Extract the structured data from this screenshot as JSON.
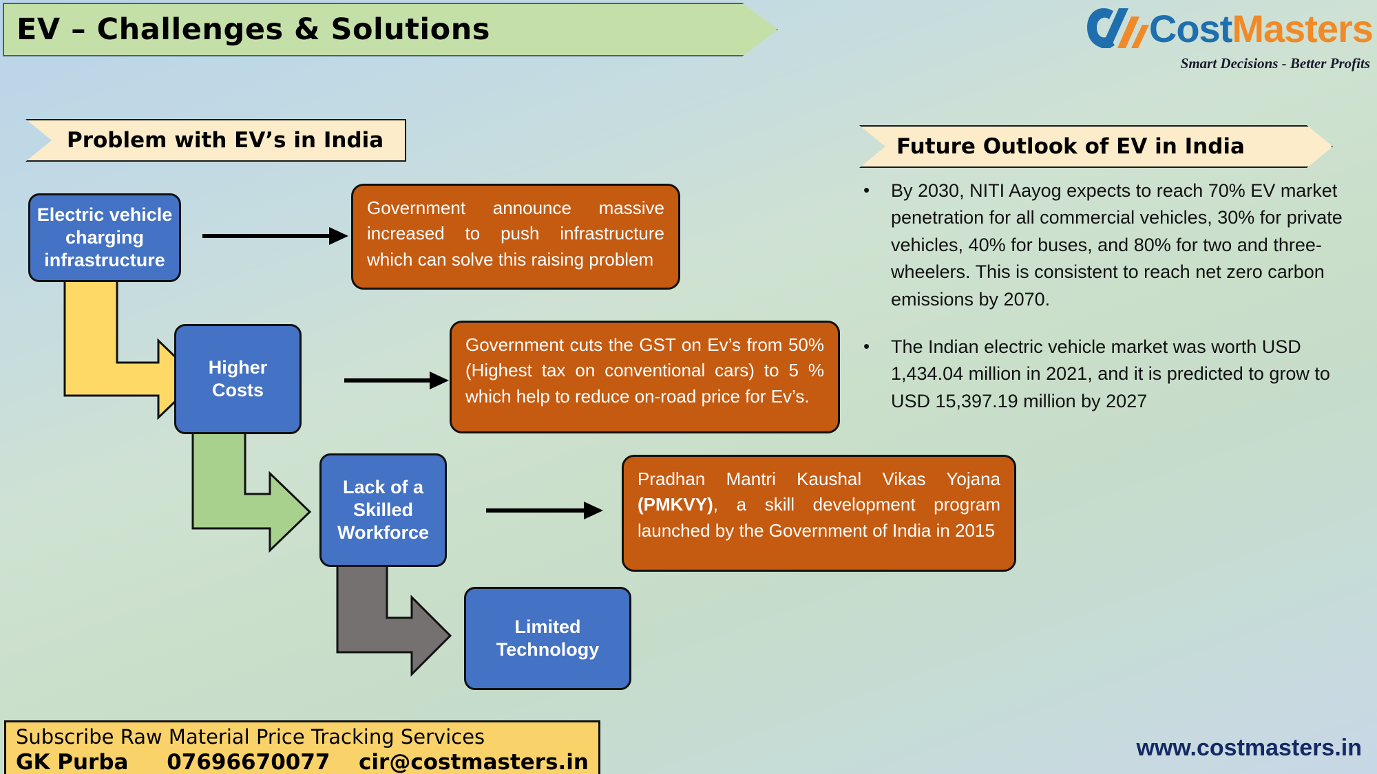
{
  "header": {
    "title": "EV – Challenges & Solutions",
    "logo": {
      "mark_icon": "costmasters-c-slash-icon",
      "word_primary": "Cost",
      "word_secondary": "Masters",
      "tagline": "Smart Decisions - Better Profits",
      "color_blue": "#1f6fae",
      "color_orange": "#f08a28"
    }
  },
  "sections": {
    "problem_heading": "Problem with EV’s in India",
    "future_heading": "Future Outlook of EV in India"
  },
  "flow": {
    "problems": [
      {
        "id": "charging",
        "label": "Electric vehicle charging infrastructure"
      },
      {
        "id": "higher_costs",
        "label": "Higher Costs"
      },
      {
        "id": "skilled_workforce",
        "label": "Lack of a Skilled Workforce"
      },
      {
        "id": "limited_tech",
        "label": "Limited Technology"
      }
    ],
    "solutions": [
      {
        "id": "sol_charging",
        "text": "Government announce massive increased to push infrastructure which can solve this raising problem"
      },
      {
        "id": "sol_higher",
        "text": "Government cuts the GST on Ev’s from 50% (Highest tax on conventional cars) to 5 % which help to reduce on-road price for Ev’s."
      },
      {
        "id": "sol_skilled",
        "pre": "Pradhan Mantri Kaushal Vikas Yojana ",
        "bold": "(PMKVY)",
        "post": ", a skill development program launched by the Government of India in 2015"
      }
    ],
    "connectors": [
      {
        "name": "elbow-arrow-charging-to-costs",
        "color": "#ffd966"
      },
      {
        "name": "elbow-arrow-costs-to-workforce",
        "color": "#a9d18e"
      },
      {
        "name": "elbow-arrow-workforce-to-technology",
        "color": "#767171"
      },
      {
        "name": "straight-arrow-charging-solution",
        "color": "#000000"
      },
      {
        "name": "straight-arrow-costs-solution",
        "color": "#000000"
      },
      {
        "name": "straight-arrow-workforce-solution",
        "color": "#000000"
      }
    ],
    "colors": {
      "problem_box": "#4472C4",
      "solution_box": "#C55A11"
    }
  },
  "outlook": {
    "bullet_marker": "•",
    "bullets": [
      "By 2030, NITI Aayog expects to reach 70% EV market penetration for all commercial vehicles, 30% for private vehicles, 40% for buses, and 80% for two and three-wheelers. This is consistent to reach net zero carbon emissions by 2070.",
      "The Indian electric vehicle market was worth USD 1,434.04 million in 2021, and it is predicted to grow to USD 15,397.19 million by 2027"
    ]
  },
  "footer": {
    "line1": "Subscribe Raw Material Price Tracking Services",
    "contact_name": "GK Purba",
    "contact_phone": "07696670077",
    "contact_email": "cir@costmasters.in",
    "website": "www.costmasters.in"
  }
}
